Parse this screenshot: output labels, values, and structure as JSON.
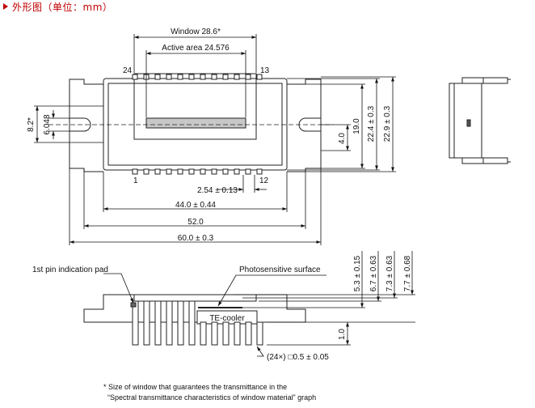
{
  "header": {
    "title": "外形图（单位：mm）",
    "accent_color": "#c00000"
  },
  "top_view": {
    "dims": {
      "window": "Window 28.6*",
      "active_area": "Active area 24.576",
      "pitch": "2.54 ± 0.13",
      "d44": "44.0 ± 0.44",
      "d52": "52.0",
      "d60": "60.0 ± 0.3",
      "d8_2": "8.2*",
      "d6_048": "6.048",
      "d4_0": "4.0",
      "d19_0": "19.0",
      "d22_4": "22.4 ± 0.3",
      "d22_9": "22.9 ± 0.3"
    },
    "pins": {
      "p24": "24",
      "p13": "13",
      "p1": "1",
      "p12": "12"
    }
  },
  "section_view": {
    "labels": {
      "pin1_pad": "1st pin indication pad",
      "photosensitive": "Photosensitive surface",
      "te_cooler": "TE-cooler",
      "pin_size": "(24×) □0.5 ± 0.05"
    },
    "dims": {
      "d5_3": "5.3 ± 0.15",
      "d6_7": "6.7 ± 0.63",
      "d7_3": "7.3 ± 0.63",
      "d7_7": "7.7 ± 0.68",
      "d1_0": "1.0"
    }
  },
  "footnote": {
    "line1": "* Size of window that guarantees the transmittance in the",
    "line2": "“Spectral transmittance characteristics of window material” graph"
  }
}
